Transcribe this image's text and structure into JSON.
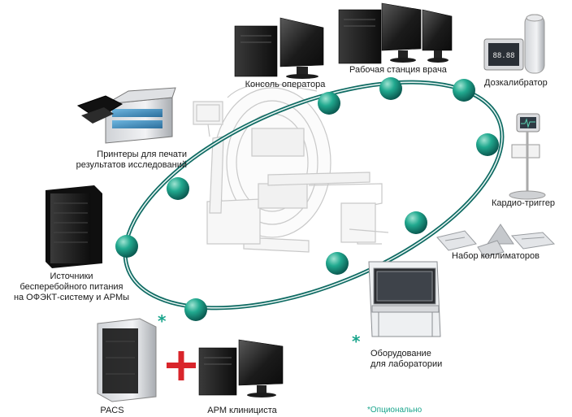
{
  "nodes": {
    "operator_console": "Консоль оператора",
    "physician_workstation": "Рабочая станция врача",
    "dose_calibrator": "Дозкалибратор",
    "dose_calibrator_display": "88.88",
    "printers": [
      "Принтеры для печати",
      "результатов исследований"
    ],
    "cardio_trigger": "Кардио-триггер",
    "ups": [
      "Источники",
      "бесперебойного питания",
      "на ОФЭКТ-систему и АРМы"
    ],
    "collimators": "Набор коллиматоров",
    "lab_equipment": [
      "Оборудование",
      "для лаборатории"
    ],
    "pacs": "PACS",
    "clinician_workstation": "АРМ клинициста"
  },
  "legend": {
    "star": "*",
    "optional": "Опционально"
  },
  "colors": {
    "ring": "#0f6b63",
    "node": "#1aa58c",
    "plus": "#d9252b",
    "accent": "#1aa58c"
  }
}
